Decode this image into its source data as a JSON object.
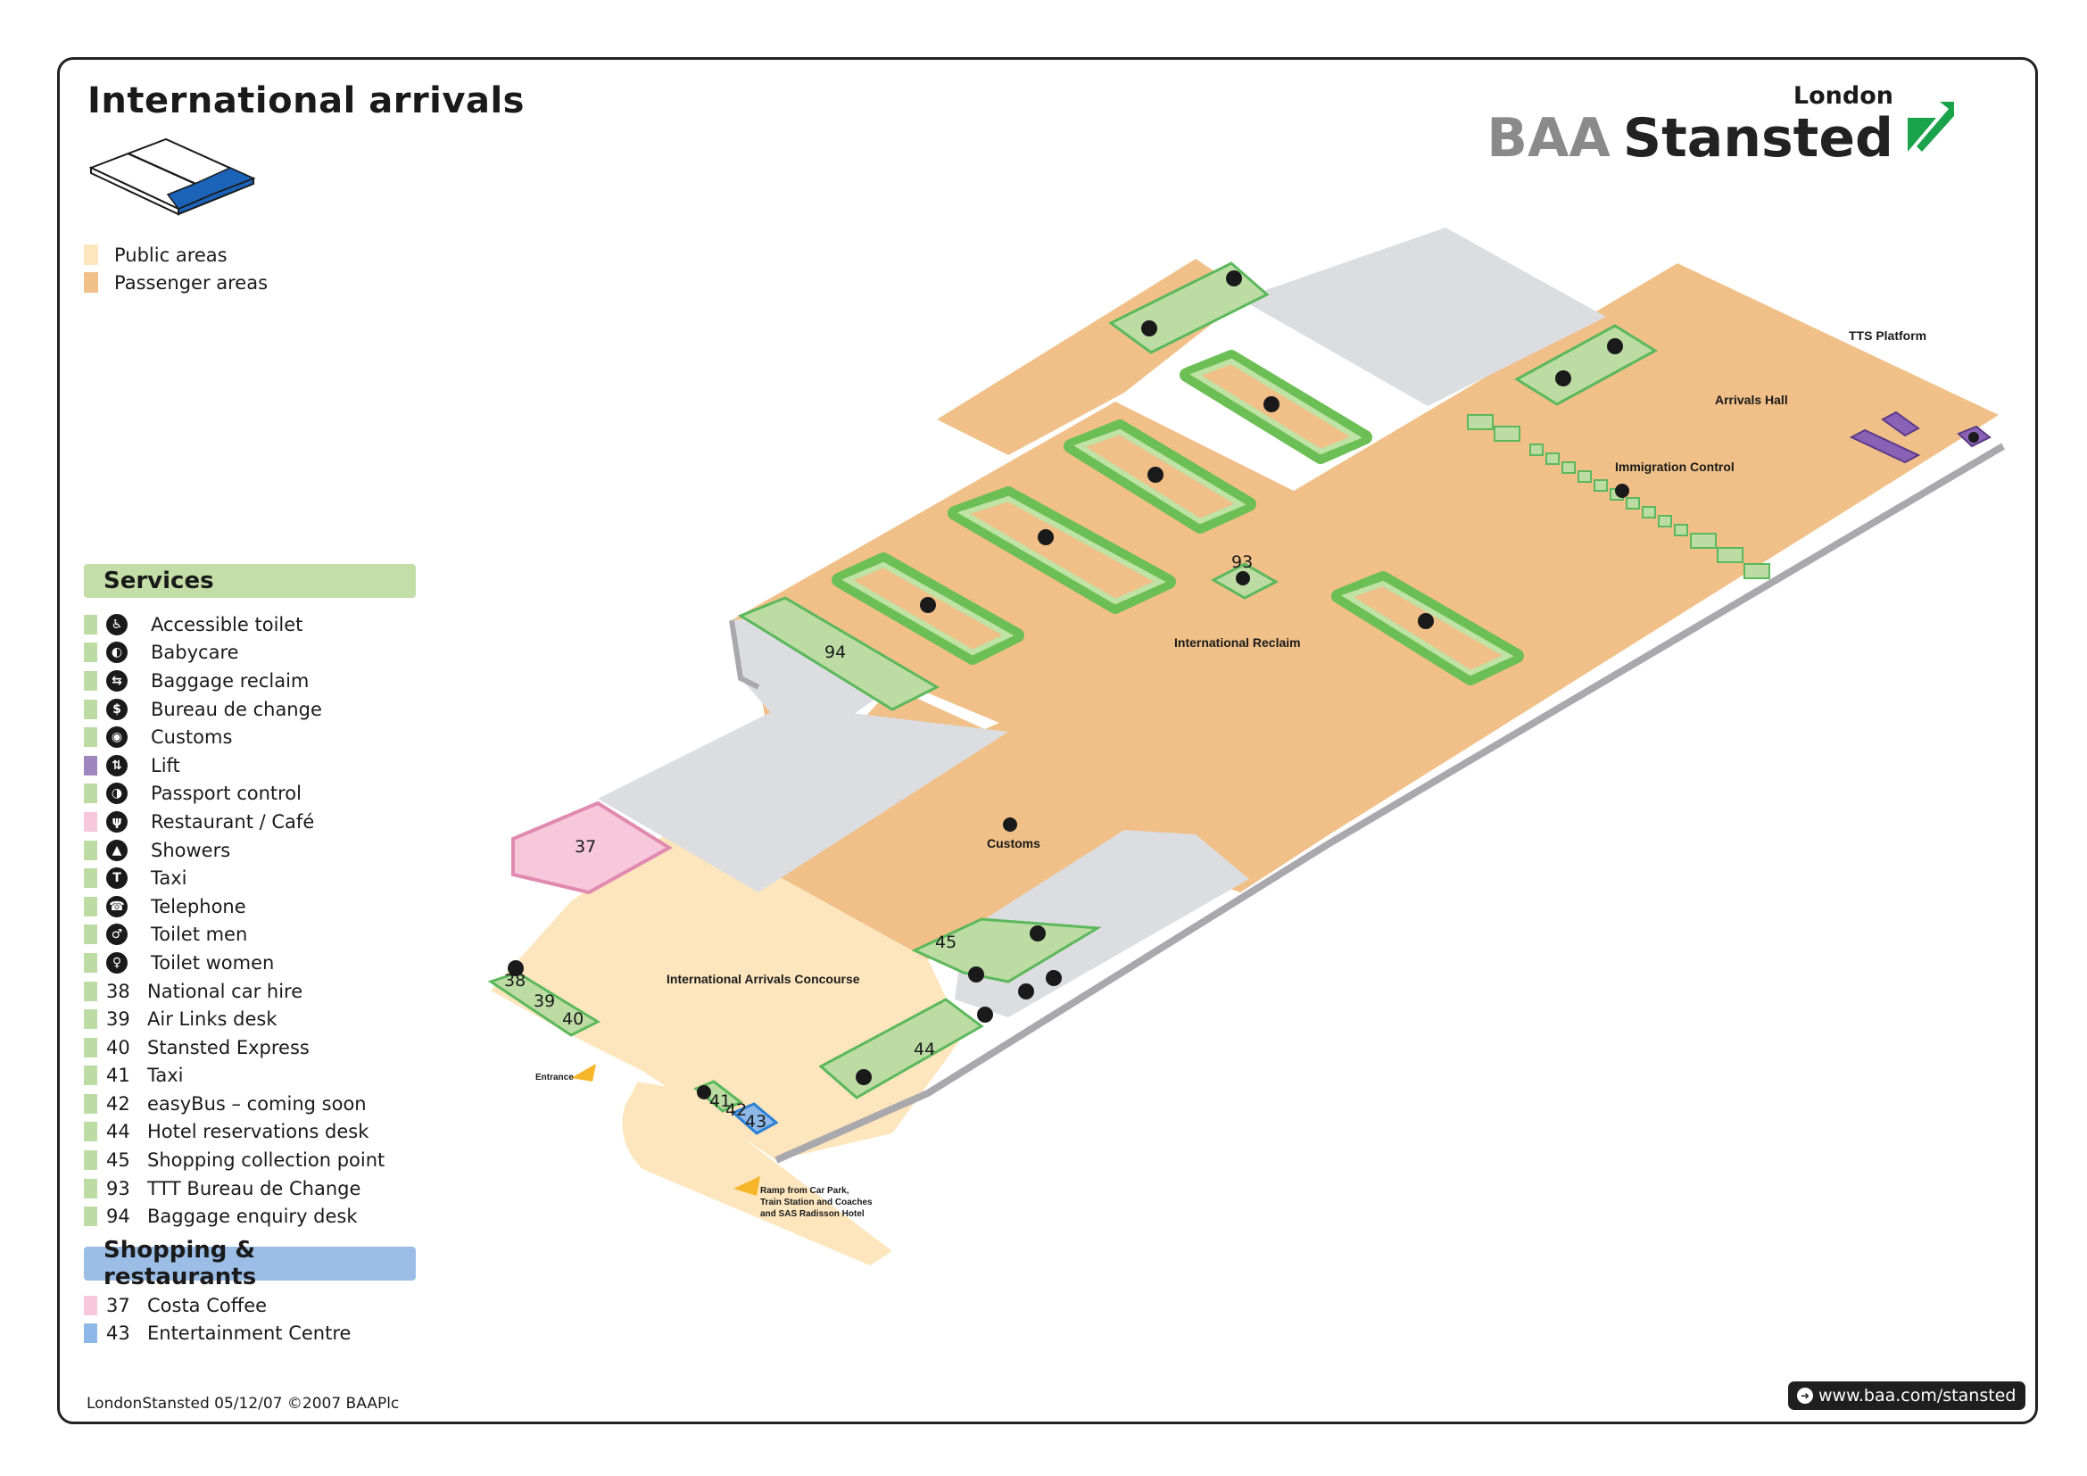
{
  "title": "International arrivals",
  "brand": {
    "city": "London",
    "baa": "BAA",
    "name": "Stansted"
  },
  "areas": [
    {
      "label": "Public areas",
      "color": "#fde6bd"
    },
    {
      "label": "Passenger areas",
      "color": "#f0c088"
    }
  ],
  "services": {
    "heading": "Services",
    "heading_color": "#c4dea8",
    "items": [
      {
        "icon": "accessible-toilet-icon",
        "glyph": "♿",
        "label": "Accessible toilet",
        "color": "#bcdca4"
      },
      {
        "icon": "babycare-icon",
        "glyph": "◐",
        "label": "Babycare",
        "color": "#bcdca4"
      },
      {
        "icon": "baggage-reclaim-icon",
        "glyph": "⇆",
        "label": "Baggage reclaim",
        "color": "#bcdca4"
      },
      {
        "icon": "bureau-de-change-icon",
        "glyph": "$",
        "label": "Bureau de change",
        "color": "#bcdca4"
      },
      {
        "icon": "customs-icon",
        "glyph": "◉",
        "label": "Customs",
        "color": "#bcdca4"
      },
      {
        "icon": "lift-icon",
        "glyph": "⇅",
        "label": "Lift",
        "color": "#9e86be"
      },
      {
        "icon": "passport-control-icon",
        "glyph": "◑",
        "label": "Passport control",
        "color": "#bcdca4"
      },
      {
        "icon": "restaurant-icon",
        "glyph": "ψ",
        "label": "Restaurant / Café",
        "color": "#f7c7dc"
      },
      {
        "icon": "showers-icon",
        "glyph": "▲",
        "label": "Showers",
        "color": "#bcdca4"
      },
      {
        "icon": "taxi-icon",
        "glyph": "T",
        "label": "Taxi",
        "color": "#bcdca4"
      },
      {
        "icon": "telephone-icon",
        "glyph": "☎",
        "label": "Telephone",
        "color": "#bcdca4"
      },
      {
        "icon": "toilet-men-icon",
        "glyph": "♂",
        "label": "Toilet men",
        "color": "#bcdca4"
      },
      {
        "icon": "toilet-women-icon",
        "glyph": "♀",
        "label": "Toilet women",
        "color": "#bcdca4"
      }
    ],
    "numbered": [
      {
        "num": "38",
        "label": "National car hire",
        "color": "#bcdca4"
      },
      {
        "num": "39",
        "label": "Air Links desk",
        "color": "#bcdca4"
      },
      {
        "num": "40",
        "label": "Stansted Express",
        "color": "#bcdca4"
      },
      {
        "num": "41",
        "label": "Taxi",
        "color": "#bcdca4"
      },
      {
        "num": "42",
        "label": "easyBus – coming soon",
        "color": "#bcdca4"
      },
      {
        "num": "44",
        "label": "Hotel reservations desk",
        "color": "#bcdca4"
      },
      {
        "num": "45",
        "label": "Shopping collection point",
        "color": "#bcdca4"
      },
      {
        "num": "93",
        "label": "TTT Bureau de Change",
        "color": "#bcdca4"
      },
      {
        "num": "94",
        "label": "Baggage enquiry desk",
        "color": "#bcdca4"
      }
    ]
  },
  "shopping": {
    "heading": "Shopping & restaurants",
    "heading_color": "#9bbde6",
    "items": [
      {
        "num": "37",
        "label": "Costa Coffee",
        "color": "#f7c7dc"
      },
      {
        "num": "43",
        "label": "Entertainment Centre",
        "color": "#8db8e8"
      }
    ]
  },
  "map_labels": {
    "tts_platform": "TTS Platform",
    "arrivals_hall": "Arrivals Hall",
    "immigration_control": "Immigration Control",
    "international_reclaim": "International Reclaim",
    "customs": "Customs",
    "concourse": "International Arrivals Concourse",
    "entrance": "Entrance",
    "ramp_1": "Ramp from Car Park,",
    "ramp_2": "Train Station and Coaches",
    "ramp_3": "and SAS Radisson Hotel"
  },
  "map_numbers": {
    "n37": "37",
    "n38": "38",
    "n39": "39",
    "n40": "40",
    "n41": "41",
    "n42": "42",
    "n43": "43",
    "n44": "44",
    "n45": "45",
    "n93": "93",
    "n94": "94"
  },
  "colors": {
    "public": "#fde6bd",
    "passenger": "#f0c088",
    "service_green": "#bcdca4",
    "service_green_edge": "#5cb85c",
    "grey_block": "#dcdde0",
    "lift_purple": "#8a62b5",
    "accent_yellow": "#f7b52a"
  },
  "footer": "LondonStansted 05/12/07 ©2007 BAAPlc",
  "url": "www.baa.com/stansted"
}
